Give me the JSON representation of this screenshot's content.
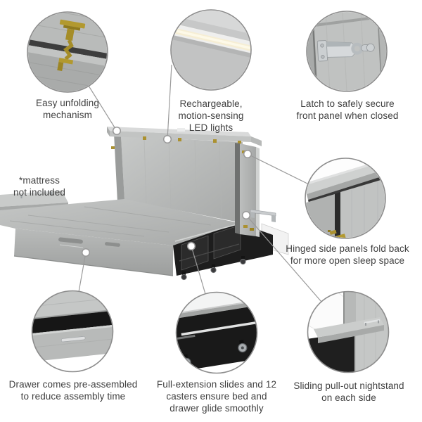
{
  "diagram": {
    "title_hidden": "",
    "note": {
      "lines": [
        "*mattress",
        "not included"
      ]
    },
    "callouts": [
      {
        "id": "easy-unfolding",
        "icon": "gold-hinge-photo",
        "lines": [
          "Easy unfolding",
          "mechanism"
        ]
      },
      {
        "id": "led-lights",
        "icon": "led-strip-photo",
        "lines": [
          "Rechargeable,",
          "motion-sensing",
          "LED lights"
        ]
      },
      {
        "id": "latch",
        "icon": "metal-latch-photo",
        "lines": [
          "Latch to safely secure",
          "front panel when closed"
        ]
      },
      {
        "id": "hinged-side-panels",
        "icon": "folded-side-panel-photo",
        "lines": [
          "Hinged side panels fold back",
          "for more open sleep space"
        ]
      },
      {
        "id": "drawer",
        "icon": "open-drawer-photo",
        "lines": [
          "Drawer comes pre-assembled",
          "to reduce assembly time"
        ]
      },
      {
        "id": "slides-casters",
        "icon": "underside-casters-photo",
        "lines": [
          "Full-extension slides and 12",
          "casters ensure bed and",
          "drawer glide smoothly"
        ]
      },
      {
        "id": "nightstand",
        "icon": "pullout-nightstand-photo",
        "lines": [
          "Sliding pull-out nightstand",
          "on each side"
        ]
      }
    ],
    "colors": {
      "accent_gold": "#ab9130",
      "wood_light": "#c6c8c7",
      "wood_mid": "#b3b5b4",
      "frame_dark": "#1c1c1c",
      "leader_line": "#9a9a9a",
      "circle_ring": "#8c8c8c",
      "text": "#3f3f3f"
    }
  }
}
